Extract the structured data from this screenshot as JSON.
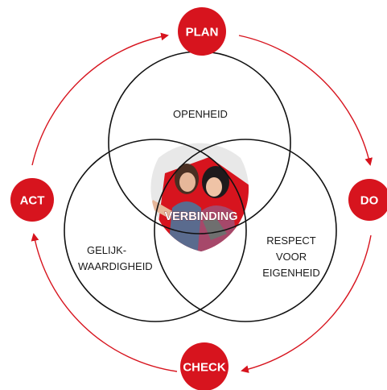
{
  "cycle": {
    "plan": "PLAN",
    "do": "DO",
    "check": "CHECK",
    "act": "ACT"
  },
  "circles": {
    "top_line1": "OPENHEID",
    "left_line1": "GELIJK-",
    "left_line2": "WAARDIGHEID",
    "right_line1": "RESPECT",
    "right_line2": "VOOR",
    "right_line3": "EIGENHEID"
  },
  "center_label": "VERBINDING",
  "colors": {
    "accent": "#d7141e",
    "circle_stroke": "#111111",
    "text": "#1a1a1a"
  },
  "icons": {
    "photo": "two-women-selfie-illustration"
  }
}
